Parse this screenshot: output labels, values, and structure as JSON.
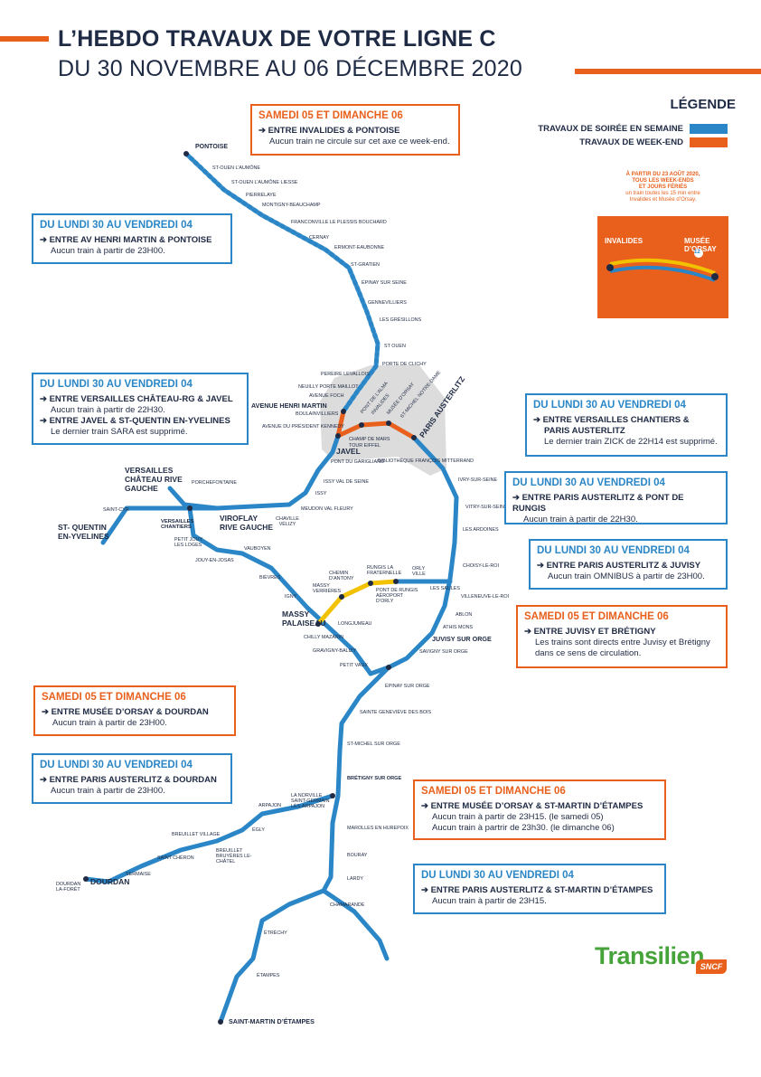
{
  "header": {
    "title_line1": "L’HEBDO TRAVAUX DE VOTRE LIGNE C",
    "title_line2": "DU 30 NOVEMBRE AU 06 DÉCEMBRE 2020"
  },
  "legend": {
    "title": "LÉGENDE",
    "items": [
      {
        "label": "TRAVAUX DE SOIRÉE EN SEMAINE",
        "color": "#2a86c6"
      },
      {
        "label": "TRAVAUX DE WEEK-END",
        "color": "#e8601c"
      }
    ]
  },
  "colors": {
    "accent": "#e8601c",
    "line": "#2a86c6",
    "yellow": "#f2c200",
    "zone": "#dcdcdc"
  },
  "boxes": [
    {
      "id": "b1",
      "style": "orange",
      "heading": "SAMEDI 05 ET DIMANCHE 06",
      "lines": [
        {
          "t": "➔ ENTRE INVALIDES & PONTOISE",
          "bold": true
        },
        {
          "t": "Aucun train ne circule sur cet axe ce week-end.",
          "bold": false
        }
      ]
    },
    {
      "id": "b2",
      "style": "blue",
      "heading": "DU LUNDI 30 AU VENDREDI 04",
      "lines": [
        {
          "t": "➔ ENTRE AV HENRI MARTIN & PONTOISE",
          "bold": true
        },
        {
          "t": "Aucun train à partir de 23H00.",
          "bold": false
        }
      ]
    },
    {
      "id": "b3",
      "style": "blue",
      "heading": "DU LUNDI 30 AU VENDREDI 04",
      "lines": [
        {
          "t": "➔ ENTRE VERSAILLES CHÂTEAU-RG & JAVEL",
          "bold": true
        },
        {
          "t": "Aucun train à partir de 22H30.",
          "bold": false
        },
        {
          "t": "➔ ENTRE JAVEL & ST-QUENTIN EN-YVELINES",
          "bold": true
        },
        {
          "t": "Le dernier train SARA est supprimé.",
          "bold": false
        }
      ]
    },
    {
      "id": "b4",
      "style": "blue",
      "heading": "DU LUNDI 30 AU VENDREDI 04",
      "lines": [
        {
          "t": "➔ ENTRE VERSAILLES CHANTIERS &",
          "bold": true
        },
        {
          "t": "PARIS AUSTERLITZ",
          "bold": true
        },
        {
          "t": "Le dernier train ZICK de 22H14 est supprimé.",
          "bold": false
        }
      ]
    },
    {
      "id": "b5",
      "style": "blue",
      "heading": "DU LUNDI 30 AU VENDREDI 04",
      "lines": [
        {
          "t": "➔ ENTRE PARIS AUSTERLITZ & PONT DE RUNGIS",
          "bold": true
        },
        {
          "t": "Aucun train à partir de 22H30.",
          "bold": false
        }
      ]
    },
    {
      "id": "b6",
      "style": "blue",
      "heading": "DU LUNDI 30 AU VENDREDI 04",
      "lines": [
        {
          "t": "➔ ENTRE PARIS AUSTERLITZ & JUVISY",
          "bold": true
        },
        {
          "t": "Aucun train OMNIBUS à partir de 23H00.",
          "bold": false
        }
      ]
    },
    {
      "id": "b7",
      "style": "orange",
      "heading": "SAMEDI 05 ET DIMANCHE 06",
      "lines": [
        {
          "t": "➔ ENTRE JUVISY ET BRÉTIGNY",
          "bold": true
        },
        {
          "t": "Les trains sont directs entre Juvisy et Brétigny",
          "bold": false
        },
        {
          "t": "dans ce sens de circulation.",
          "bold": false
        }
      ]
    },
    {
      "id": "b8",
      "style": "orange",
      "heading": "SAMEDI 05 ET DIMANCHE 06",
      "lines": [
        {
          "t": "➔ ENTRE MUSÉE D’ORSAY & DOURDAN",
          "bold": true
        },
        {
          "t": "Aucun train à partir de 23H00.",
          "bold": false
        }
      ]
    },
    {
      "id": "b9",
      "style": "blue",
      "heading": "DU LUNDI 30 AU VENDREDI 04",
      "lines": [
        {
          "t": "➔ ENTRE PARIS AUSTERLITZ & DOURDAN",
          "bold": true
        },
        {
          "t": "Aucun train à partir de 23H00.",
          "bold": false
        }
      ]
    },
    {
      "id": "b10",
      "style": "orange",
      "heading": "SAMEDI 05 ET DIMANCHE 06",
      "lines": [
        {
          "t": "➔ ENTRE MUSÉE D’ORSAY & ST-MARTIN D’ÉTAMPES",
          "bold": true
        },
        {
          "t": "Aucun train à partir de 23H15. (le samedi 05)",
          "bold": false
        },
        {
          "t": "Aucun train à partrir de 23h30. (le dimanche 06)",
          "bold": false
        }
      ]
    },
    {
      "id": "b11",
      "style": "blue",
      "heading": "DU LUNDI 30 AU VENDREDI 04",
      "lines": [
        {
          "t": "➔ ENTRE PARIS AUSTERLITZ & ST-MARTIN D’ÉTAMPES",
          "bold": true
        },
        {
          "t": "Aucun train à partir de 23H15.",
          "bold": false
        }
      ]
    }
  ],
  "promo": {
    "line1": "À PARTIR DU 23 AOÛT 2020,",
    "line2": "TOUS LES WEEK-ENDS",
    "line3": "ET JOURS FÉRIÉS",
    "line4": "un train toutes les 15 min entre",
    "line5": "Invalides et Musée d’Orsay.",
    "left_station": "INVALIDES",
    "right_station": "MUSÉE D’ORSAY",
    "right_line": "12"
  },
  "stations": [
    {
      "n": "PONTOISE",
      "c": "bb"
    },
    {
      "n": "ST-OUEN L’AUMÔNE"
    },
    {
      "n": "ST-OUEN L’AUMÔNE LIESSE"
    },
    {
      "n": "PIERRELAYE"
    },
    {
      "n": "MONTIGNY-BEAUCHAMP"
    },
    {
      "n": "FRANCONVILLE LE PLESSIS BOUCHARD"
    },
    {
      "n": "CERNAY"
    },
    {
      "n": "ERMONT-EAUBONNE"
    },
    {
      "n": "ST-GRATIEN"
    },
    {
      "n": "ÉPINAY SUR SEINE"
    },
    {
      "n": "GENNEVILLIERS"
    },
    {
      "n": "LES GRÉSILLONS"
    },
    {
      "n": "ST OUEN"
    },
    {
      "n": "PORTE DE CLICHY"
    },
    {
      "n": "PEREIRE LEVALLOIS"
    },
    {
      "n": "NEUILLY PORTE MAILLOT"
    },
    {
      "n": "AVENUE FOCH"
    },
    {
      "n": "AVENUE HENRI MARTIN",
      "c": "b"
    },
    {
      "n": "BOULAINVILLIERS"
    },
    {
      "n": "AVENUE DU PRÉSIDENT KENNEDY"
    },
    {
      "n": "JAVEL",
      "c": "bb"
    },
    {
      "n": "PONT DE L’ALMA"
    },
    {
      "n": "INVALIDES"
    },
    {
      "n": "MUSÉE D’ORSAY"
    },
    {
      "n": "ST-MICHEL NOTRE-DAME"
    },
    {
      "n": "PARIS AUSTERLITZ",
      "c": "bb"
    },
    {
      "n": "CHAMP DE MARS"
    },
    {
      "n": "TOUR EIFFEL"
    },
    {
      "n": "PONT DU GARIGLIANO"
    },
    {
      "n": "BIBLIOTHÈQUE FRANÇOIS MITTERRAND"
    },
    {
      "n": "IVRY-SUR-SEINE"
    },
    {
      "n": "VITRY-SUR-SEINE"
    },
    {
      "n": "LES ARDOINES"
    },
    {
      "n": "CHOISY-LE-ROI"
    },
    {
      "n": "LES SAULES"
    },
    {
      "n": "VILLENEUVE-LE-ROI"
    },
    {
      "n": "ABLON"
    },
    {
      "n": "ATHIS MONS"
    },
    {
      "n": "JUVISY SUR ORGE",
      "c": "b"
    },
    {
      "n": "SAVIGNY SUR ORGE"
    },
    {
      "n": "ÉPINAY SUR ORGE"
    },
    {
      "n": "SAINTE GENEVIÈVE DES BOIS"
    },
    {
      "n": "ST-MICHEL SUR ORGE"
    },
    {
      "n": "BRÉTIGNY SUR ORGE",
      "c": "b"
    },
    {
      "n": "MAROLLES EN HUREPOIX"
    },
    {
      "n": "BOURAY"
    },
    {
      "n": "LARDY"
    },
    {
      "n": "CHAMARANDE"
    },
    {
      "n": "ÉTRÉCHY"
    },
    {
      "n": "ÉTAMPES"
    },
    {
      "n": "SAINT-MARTIN D’ÉTAMPES",
      "c": "b"
    },
    {
      "n": "ISSY VAL DE SEINE"
    },
    {
      "n": "ISSY"
    },
    {
      "n": "MEUDON VAL FLEURY"
    },
    {
      "n": "CHAVILLE VÉLIZY"
    },
    {
      "n": "VIROFLAY RIVE GAUCHE",
      "c": "bb"
    },
    {
      "n": "PORCHEFONTAINE"
    },
    {
      "n": "VERSAILLES CHÂTEAU RIVE GAUCHE",
      "c": "bb"
    },
    {
      "n": "SAINT-CYR"
    },
    {
      "n": "ST- QUENTIN EN-YVELINES",
      "c": "bb"
    },
    {
      "n": "VERSAILLES CHANTIERS",
      "c": "b"
    },
    {
      "n": "PETIT JOUY LES LOGES"
    },
    {
      "n": "JOUY-EN-JOSAS"
    },
    {
      "n": "VAUBOYEN"
    },
    {
      "n": "BIÈVRES"
    },
    {
      "n": "IGNY"
    },
    {
      "n": "MASSY VERRIÈRES"
    },
    {
      "n": "CHEMIN D’ANTONY"
    },
    {
      "n": "RUNGIS LA FRATERNELLE"
    },
    {
      "n": "PONT DE RUNGIS AÉROPORT D’ORLY"
    },
    {
      "n": "ORLY VILLE"
    },
    {
      "n": "MASSY PALAISEAU",
      "c": "bb"
    },
    {
      "n": "LONGJUMEAU"
    },
    {
      "n": "CHILLY MAZARIN"
    },
    {
      "n": "GRAVIGNY-BALIZY"
    },
    {
      "n": "PETIT VAUX"
    },
    {
      "n": "LA NORVILLE SAINT-GERMAIN LÈS-ARPAJON"
    },
    {
      "n": "ARPAJON"
    },
    {
      "n": "ÉGLY"
    },
    {
      "n": "BREUILLET VILLAGE"
    },
    {
      "n": "BREUILLET BRUYÈRES LE-CHÂTEL"
    },
    {
      "n": "SAINT CHÉRON"
    },
    {
      "n": "SERMAISE"
    },
    {
      "n": "DOURDAN",
      "c": "bb"
    },
    {
      "n": "DOURDAN LA-FORÊT"
    }
  ],
  "brand": {
    "name": "Transilien",
    "partner": "SNCF"
  }
}
